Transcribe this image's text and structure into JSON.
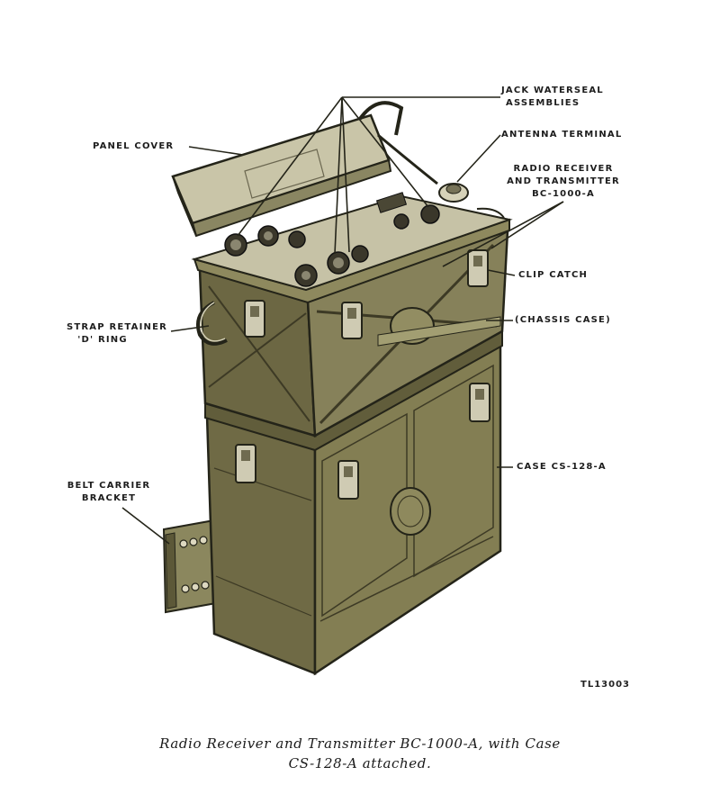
{
  "labels": {
    "jack_waterseal_1": "JACK WATERSEAL",
    "jack_waterseal_2": "ASSEMBLIES",
    "panel_cover": "PANEL COVER",
    "antenna_terminal": "ANTENNA TERMINAL",
    "radio_1": "RADIO RECEIVER",
    "radio_2": "AND TRANSMITTER",
    "radio_3": "BC-1000-A",
    "clip_catch": "CLIP CATCH",
    "chassis_case": "(CHASSIS CASE)",
    "strap_1": "STRAP RETAINER",
    "strap_2": "'D' RING",
    "case": "CASE CS-128-A",
    "belt_1": "BELT CARRIER",
    "belt_2": "BRACKET"
  },
  "figure_id": "TL13003",
  "caption": {
    "line1": "Radio Receiver and Transmitter BC-1000-A, with Case",
    "line2": "CS-128-A attached."
  },
  "colors": {
    "body": "#7f7a50",
    "body_dark": "#5c5838",
    "body_light": "#a29e72",
    "panel": "#c6c2a6",
    "line": "#242419"
  }
}
